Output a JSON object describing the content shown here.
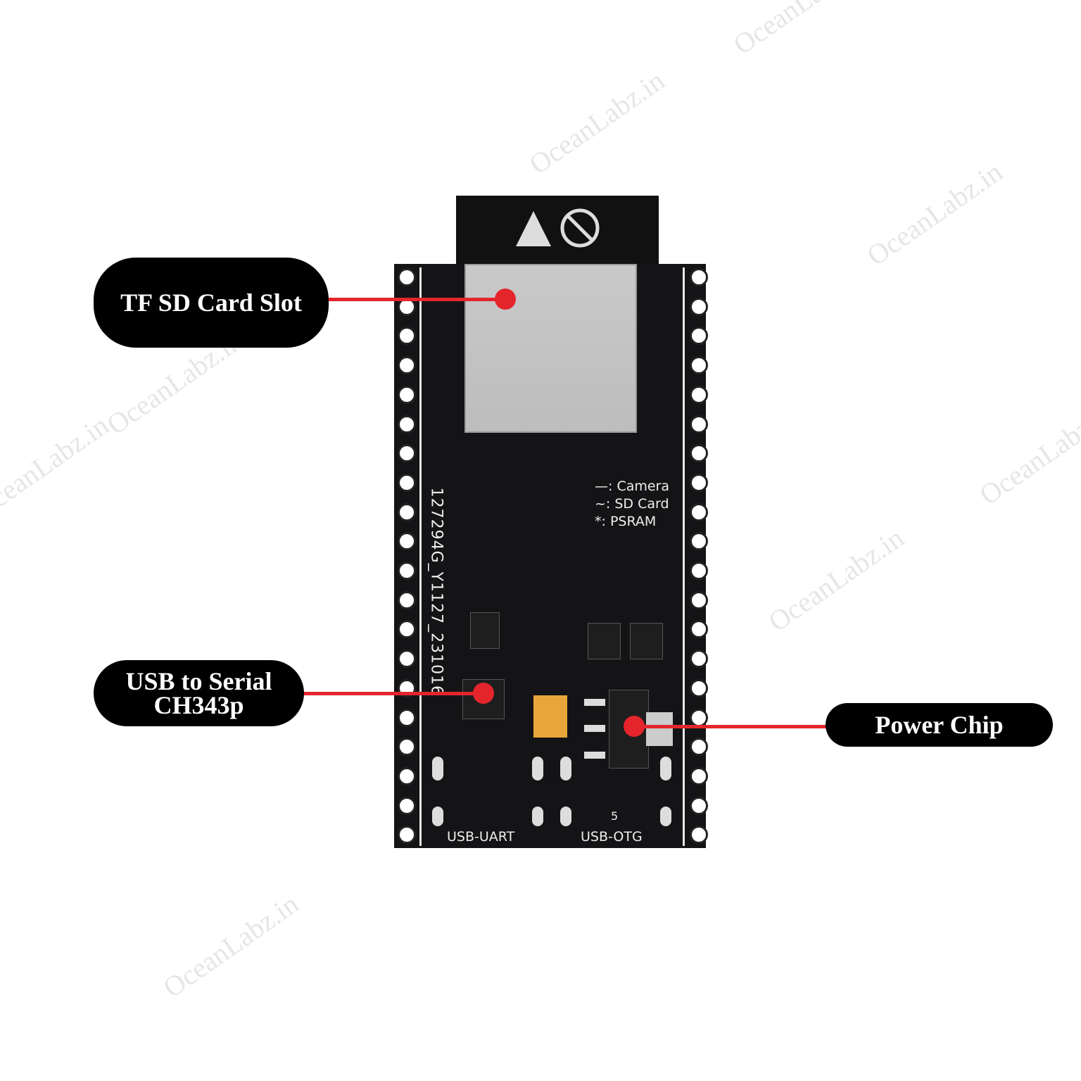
{
  "watermark": "OceanLabz.in",
  "callouts": {
    "sd_slot": {
      "label": "TF SD Card Slot"
    },
    "usb_serial": {
      "line1": "USB to Serial",
      "line2": "CH343p"
    },
    "power": {
      "label": "Power Chip"
    }
  },
  "board_silkscreen": {
    "legend": [
      "—: Camera",
      "~: SD Card",
      "*: PSRAM"
    ],
    "serial": "127294G_Y1127_231016",
    "usb_uart": "USB-UART",
    "usb_otg": "USB-OTG",
    "mark_5": "5"
  },
  "colors": {
    "callout_line": "#e5252c",
    "pill": "#000000",
    "board": "#141416"
  }
}
